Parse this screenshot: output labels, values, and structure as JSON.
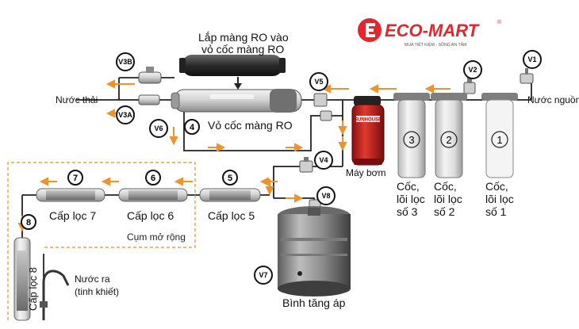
{
  "brand": {
    "name": "ECO-MART",
    "tagline": "MUA TIẾT KIỆM - SỐNG AN TÂM",
    "registered": "®",
    "color": "#e3262e"
  },
  "colors": {
    "arrow": "#f0922b",
    "pipe": "#222222",
    "dash": "#e8a340",
    "badge_stroke": "#111111"
  },
  "header_note": {
    "line1": "Lắp màng RO  vào",
    "line2": "vỏ cốc màng RO"
  },
  "labels": {
    "waste_water": "Nước thải",
    "source_water": "Nước nguồn",
    "ro_housing": "Vỏ cốc màng RO",
    "pump": "Máy bơm",
    "pump_brand": "SUNHOUSE",
    "tank": "Bình tăng áp",
    "extension_group": "Cụm mở rộng",
    "outlet_line1": "Nước ra",
    "outlet_line2": "(tinh khiết)",
    "stage5": "Cấp lọc 5",
    "stage6": "Cấp lọc 6",
    "stage7": "Cấp lọc 7",
    "stage8": "Cấp lọc 8",
    "cup3_l1": "Cốc,",
    "cup3_l2": "lõi lọc",
    "cup3_l3": "số 3",
    "cup2_l1": "Cốc,",
    "cup2_l2": "lõi lọc",
    "cup2_l3": "số 2",
    "cup1_l1": "Cốc,",
    "cup1_l2": "lõi lọc",
    "cup1_l3": "số 1"
  },
  "valves": {
    "v1": "V1",
    "v2": "V2",
    "v3a": "V3A",
    "v3b": "V3B",
    "v4": "V4",
    "v5": "V5",
    "v6": "V6",
    "v7": "V7",
    "v8": "V8"
  },
  "numbers": {
    "n1": "1",
    "n2": "2",
    "n3": "3",
    "n4": "4",
    "n5": "5",
    "n6": "6",
    "n7": "7",
    "n8": "8"
  }
}
